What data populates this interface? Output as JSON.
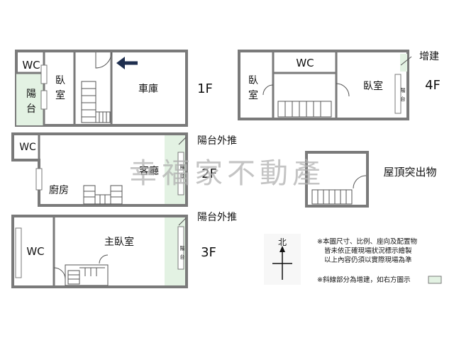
{
  "floors": {
    "f1": "1F",
    "f2": "2F",
    "f3": "3F",
    "f4": "4F"
  },
  "rooms_1f": {
    "wc": "WC",
    "balcony_line1": "陽",
    "balcony_line2": "台",
    "bedroom_line1": "臥",
    "bedroom_line2": "室",
    "garage": "車庫"
  },
  "rooms_2f": {
    "wc": "WC",
    "living": "客廳",
    "kitchen": "廚房",
    "balcony_side_1": "陽",
    "balcony_side_2": "台",
    "balcony_push": "陽台外推"
  },
  "rooms_3f": {
    "wc": "WC",
    "master": "主臥室",
    "balcony_side_1": "陽",
    "balcony_side_2": "台",
    "balcony_push": "陽台外推"
  },
  "rooms_4f": {
    "wc": "WC",
    "bedroom_left_1": "臥",
    "bedroom_left_2": "室",
    "bedroom_right": "臥室",
    "balcony_side_1": "陽",
    "balcony_side_2": "台",
    "extension": "增建"
  },
  "roof": {
    "label": "屋頂突出物"
  },
  "compass": {
    "north": "北"
  },
  "watermark": "幸福家不動產",
  "notes": {
    "line1": "※本圖尺寸、比例、座向及配置物",
    "line2": "皆未依正確現場狀況標示繪製",
    "line3": "以上內容仍須以實際現場為準",
    "line4": "※斜線部分為增建，如右方圖示"
  },
  "colors": {
    "wall": "#7a7a7a",
    "arrow": "#1f2f4f",
    "extension": "#e3f2e3",
    "watermark": "#b8b8b8"
  }
}
